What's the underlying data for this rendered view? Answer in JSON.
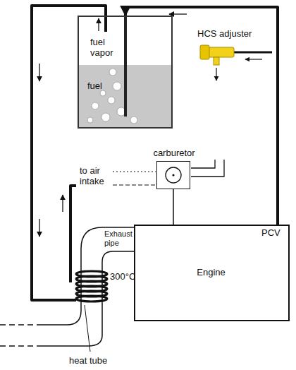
{
  "diagram": {
    "nodes": [
      {
        "text": [
          "fuel vapor",
          "fuel"
        ]
      },
      {
        "text": [
          "carburetor"
        ]
      },
      {
        "text": [
          "Engine"
        ]
      }
    ],
    "edges": [
      {
        "from": 2,
        "to": 0,
        "arrow": "to"
      },
      {
        "from": 1,
        "to": 2,
        "arrow": "none"
      }
    ],
    "labels": [
      "HCS adjuster",
      "to air intake",
      "Exhaust pipe",
      "300°C",
      "PCV",
      "heat tube"
    ]
  }
}
